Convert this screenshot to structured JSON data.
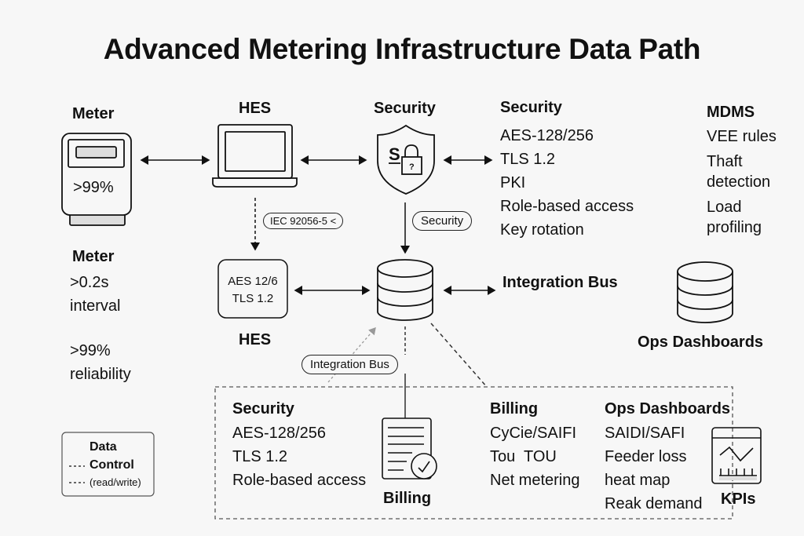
{
  "title": "Advanced Metering Infrastructure Data Path",
  "colors": {
    "background": "#f7f7f7",
    "ink": "#111111",
    "meter_display": "#dddddd",
    "muted_arrow": "#999999"
  },
  "top_row": {
    "meter": {
      "label": "Meter",
      "reading": ">99%",
      "icon": "smart-meter-icon"
    },
    "hes": {
      "label": "HES",
      "icon": "laptop-icon"
    },
    "security": {
      "label": "Security",
      "icon": "shield-lock-icon"
    },
    "security_list": {
      "heading": "Security",
      "items": [
        "AES-128/256",
        "TLS 1.2",
        "PKI",
        "Role-based access",
        "Key rotation"
      ]
    },
    "mdms": {
      "heading": "MDMS",
      "items": [
        "VEE rules",
        "Thaft detection",
        "Load profiling"
      ]
    }
  },
  "middle_row": {
    "iec_pill": "IEC 92056-5 <",
    "security_pill": "Security",
    "hes_box": {
      "line1": "AES 12/6",
      "line2": "TLS 1.2",
      "label": "HES"
    },
    "database_icon": "database-icon",
    "integration_bus": "Integration Bus",
    "ops_dashboards": {
      "label": "Ops Dashboards",
      "icon": "database-icon"
    },
    "integration_bus_pill": "Integration Bus"
  },
  "meter_stats": {
    "heading": "Meter",
    "items": [
      ">0.2s interval",
      ">99% reliability"
    ]
  },
  "legend": {
    "title": "Data",
    "entries": [
      {
        "style": "dashed",
        "label": "Control"
      },
      {
        "style": "dashed",
        "label": "(read/write)"
      }
    ]
  },
  "bottom_panel": {
    "security": {
      "heading": "Security",
      "items": [
        "AES-128/256",
        "TLS 1.2",
        "Role-based access"
      ]
    },
    "billing_icon": {
      "label": "Billing",
      "icon": "document-check-icon"
    },
    "billing": {
      "heading": "Billing",
      "items": [
        "CyCie/SAIFI",
        "Tou  TOU",
        "Net metering"
      ]
    },
    "ops": {
      "heading": "Ops Dashboards",
      "items": [
        "SAIDI/SAFI",
        "Feeder loss",
        "heat map",
        "Reak demand"
      ]
    },
    "kpis": {
      "label": "KPIs",
      "icon": "kpi-chart-icon"
    }
  }
}
